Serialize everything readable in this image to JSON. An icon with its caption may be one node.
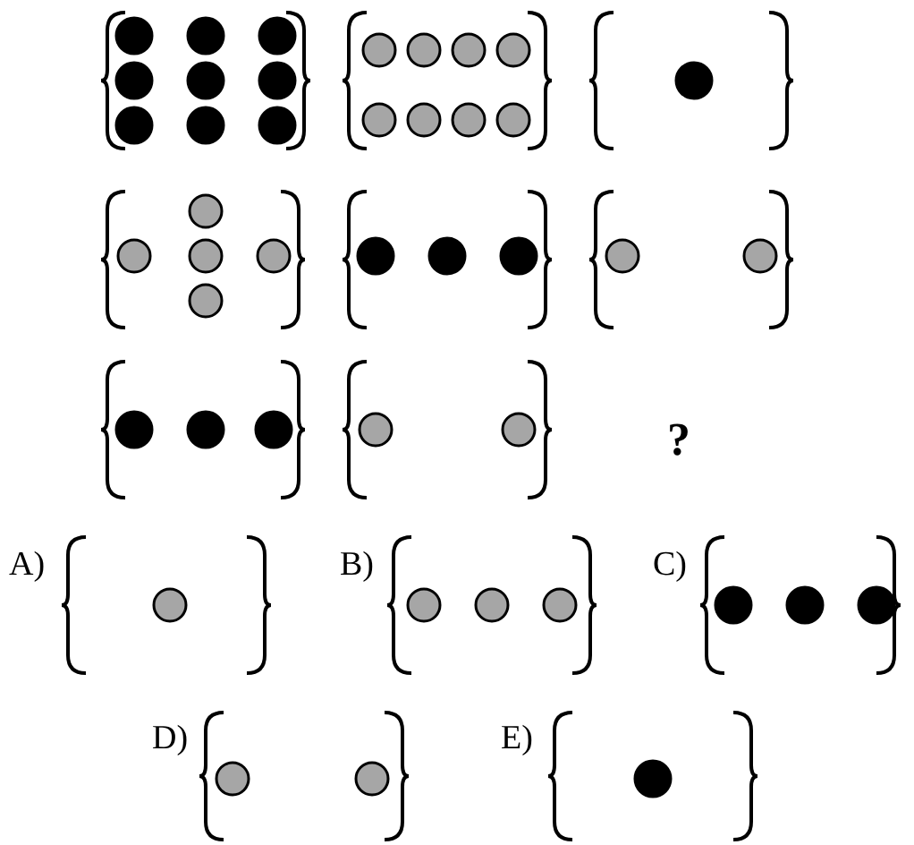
{
  "diagram": {
    "nodes": [
      {
        "text": [],
        "shape": "bracket"
      },
      {
        "text": [],
        "shape": "bracket"
      },
      {
        "text": [],
        "shape": "bracket"
      },
      {
        "text": [],
        "shape": "bracket"
      },
      {
        "text": [],
        "shape": "bracket"
      },
      {
        "text": [],
        "shape": "bracket"
      },
      {
        "text": [],
        "shape": "bracket"
      },
      {
        "text": [],
        "shape": "bracket"
      },
      {
        "text": [],
        "shape": "bracket"
      },
      {
        "text": [],
        "shape": "bracket"
      },
      {
        "text": [],
        "shape": "bracket"
      },
      {
        "text": [],
        "shape": "bracket"
      },
      {
        "text": [],
        "shape": "bracket"
      }
    ],
    "labels": [
      "?",
      "A)",
      "B)",
      "C)",
      "D)",
      "E)"
    ]
  }
}
